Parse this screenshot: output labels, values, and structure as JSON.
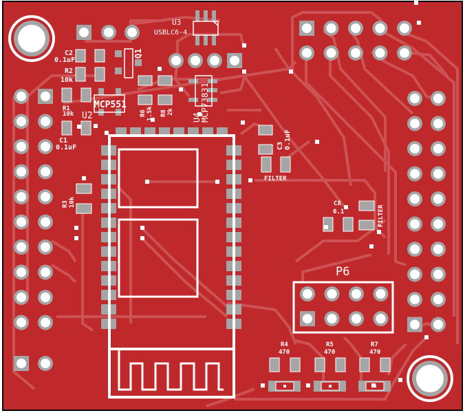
{
  "board": {
    "colors": {
      "copper": "#c0292b",
      "trace": "#cf5a5a",
      "pad": "#a5a5a5",
      "silkscreen": "#ffffff",
      "hole": "#ffffff",
      "outline": "#000000"
    }
  },
  "labels": {
    "u3_ref": "U3",
    "u3_value": "USBLC6-4",
    "q1_ref": "Q1",
    "c2_ref": "C2",
    "c2_value": "0.1uF",
    "r2_ref": "R2",
    "r2_value": "10k",
    "r1_ref": "R1",
    "r1_value": "10k",
    "u2_ref": "U2",
    "u2_value": "MCP551",
    "c1_ref": "C1",
    "c1_value": "0.1uF",
    "r6_ref": "R6",
    "r6_value": "1.5k",
    "r8_ref": "R8",
    "r8_value": "2k",
    "u4_ref": "U4",
    "u4_value": "MCP73831",
    "c3_ref": "C3",
    "c3_value": "0.1uF",
    "filter1": "FILTER",
    "c8_ref": "C8",
    "c8_value": "0.1",
    "filter2": "FILTER",
    "r3_ref": "R3",
    "r3_value": "10k",
    "p6_ref": "P6",
    "r4_ref": "R4",
    "r4_value": "470",
    "r5_ref": "R5",
    "r5_value": "470",
    "r7_ref": "R7",
    "r7_value": "470"
  }
}
